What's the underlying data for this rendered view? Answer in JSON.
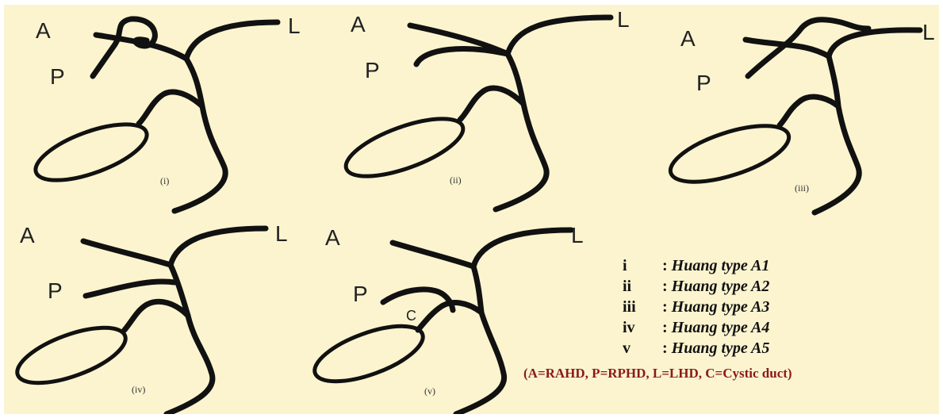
{
  "panels": [
    {
      "label_a": "A",
      "label_p": "P",
      "label_l": "L",
      "numeral": "(i)"
    },
    {
      "label_a": "A",
      "label_p": "P",
      "label_l": "L",
      "numeral": "(ii)"
    },
    {
      "label_a": "A",
      "label_p": "P",
      "label_l": "L",
      "numeral": "(iii)"
    },
    {
      "label_a": "A",
      "label_p": "P",
      "label_l": "L",
      "numeral": "(iv)"
    },
    {
      "label_a": "A",
      "label_p": "P",
      "label_l": "L",
      "label_c": "C",
      "numeral": "(v)"
    }
  ],
  "legend": [
    {
      "num": "i",
      "text": "Huang type A1"
    },
    {
      "num": "ii",
      "text": "Huang type A2"
    },
    {
      "num": "iii",
      "text": "Huang type A3"
    },
    {
      "num": "iv",
      "text": "Huang type A4"
    },
    {
      "num": "v",
      "text": "Huang type A5"
    }
  ],
  "abbreviations": "(A=RAHD, P=RPHD, L=LHD, C=Cystic duct)",
  "colors": {
    "background": "#fbf4cf",
    "ducts": "#111111",
    "abbreviations": "#8b1a1a"
  }
}
